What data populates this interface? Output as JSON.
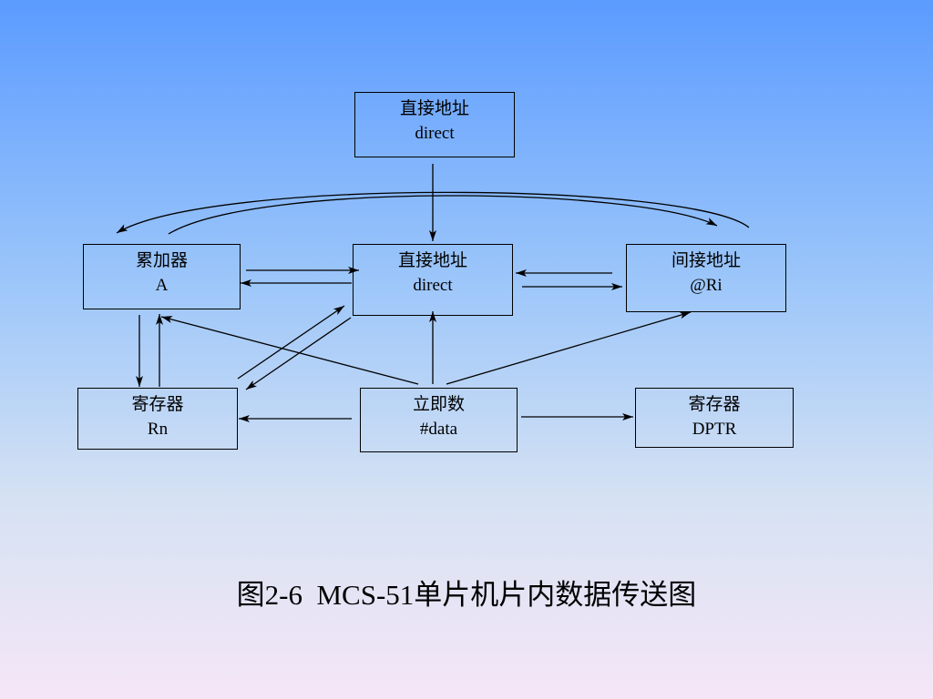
{
  "boxes": {
    "top_direct": {
      "line1": "直接地址",
      "line2": "direct"
    },
    "accumulator": {
      "line1": "累加器",
      "line2": "A"
    },
    "center_direct": {
      "line1": "直接地址",
      "line2": "direct"
    },
    "indirect": {
      "line1": "间接地址",
      "line2": "@Ri"
    },
    "register_rn": {
      "line1": "寄存器",
      "line2": "Rn"
    },
    "immediate": {
      "line1": "立即数",
      "line2": "#data"
    },
    "register_dptr": {
      "line1": "寄存器",
      "line2": "DPTR"
    }
  },
  "caption": "图2-6  MCS-51单片机片内数据传送图",
  "colors": {
    "line": "#000000",
    "background_top": "#5b9bff",
    "background_bottom": "#f5e6f7"
  }
}
